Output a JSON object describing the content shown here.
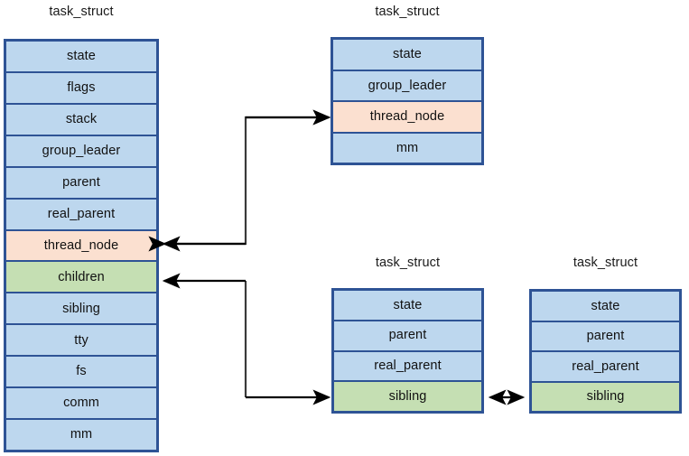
{
  "diagram": {
    "title_label": "task_struct",
    "colors": {
      "box_border": "#2e5395",
      "field_blue": "#bdd7ee",
      "field_peach": "#fbe0d0",
      "field_green": "#c5dfb3",
      "connector": "#000000",
      "background": "#ffffff"
    },
    "structs": [
      {
        "id": "main-task",
        "title": "task_struct",
        "fields": [
          {
            "label": "state",
            "color": "blue"
          },
          {
            "label": "flags",
            "color": "blue"
          },
          {
            "label": "stack",
            "color": "blue"
          },
          {
            "label": "group_leader",
            "color": "blue"
          },
          {
            "label": "parent",
            "color": "blue"
          },
          {
            "label": "real_parent",
            "color": "blue"
          },
          {
            "label": "thread_node",
            "color": "peach"
          },
          {
            "label": "children",
            "color": "green"
          },
          {
            "label": "sibling",
            "color": "blue"
          },
          {
            "label": "tty",
            "color": "blue"
          },
          {
            "label": "fs",
            "color": "blue"
          },
          {
            "label": "comm",
            "color": "blue"
          },
          {
            "label": "mm",
            "color": "blue"
          }
        ]
      },
      {
        "id": "thread-task",
        "title": "task_struct",
        "fields": [
          {
            "label": "state",
            "color": "blue"
          },
          {
            "label": "group_leader",
            "color": "blue"
          },
          {
            "label": "thread_node",
            "color": "peach"
          },
          {
            "label": "mm",
            "color": "blue"
          }
        ]
      },
      {
        "id": "child-task-1",
        "title": "task_struct",
        "fields": [
          {
            "label": "state",
            "color": "blue"
          },
          {
            "label": "parent",
            "color": "blue"
          },
          {
            "label": "real_parent",
            "color": "blue"
          },
          {
            "label": "sibling",
            "color": "green"
          }
        ]
      },
      {
        "id": "child-task-2",
        "title": "task_struct",
        "fields": [
          {
            "label": "state",
            "color": "blue"
          },
          {
            "label": "parent",
            "color": "blue"
          },
          {
            "label": "real_parent",
            "color": "blue"
          },
          {
            "label": "sibling",
            "color": "green"
          }
        ]
      }
    ],
    "connectors": [
      {
        "name": "thread-node-link",
        "from": "main-task.thread_node",
        "to": "thread-task.thread_node",
        "arrowheads": "both-ends"
      },
      {
        "name": "children-sibling-link",
        "from": "main-task.children",
        "to": "child-task-1.sibling",
        "arrowheads": "both-ends"
      },
      {
        "name": "sibling-sibling-link",
        "from": "child-task-1.sibling",
        "to": "child-task-2.sibling",
        "arrowheads": "double"
      }
    ]
  }
}
